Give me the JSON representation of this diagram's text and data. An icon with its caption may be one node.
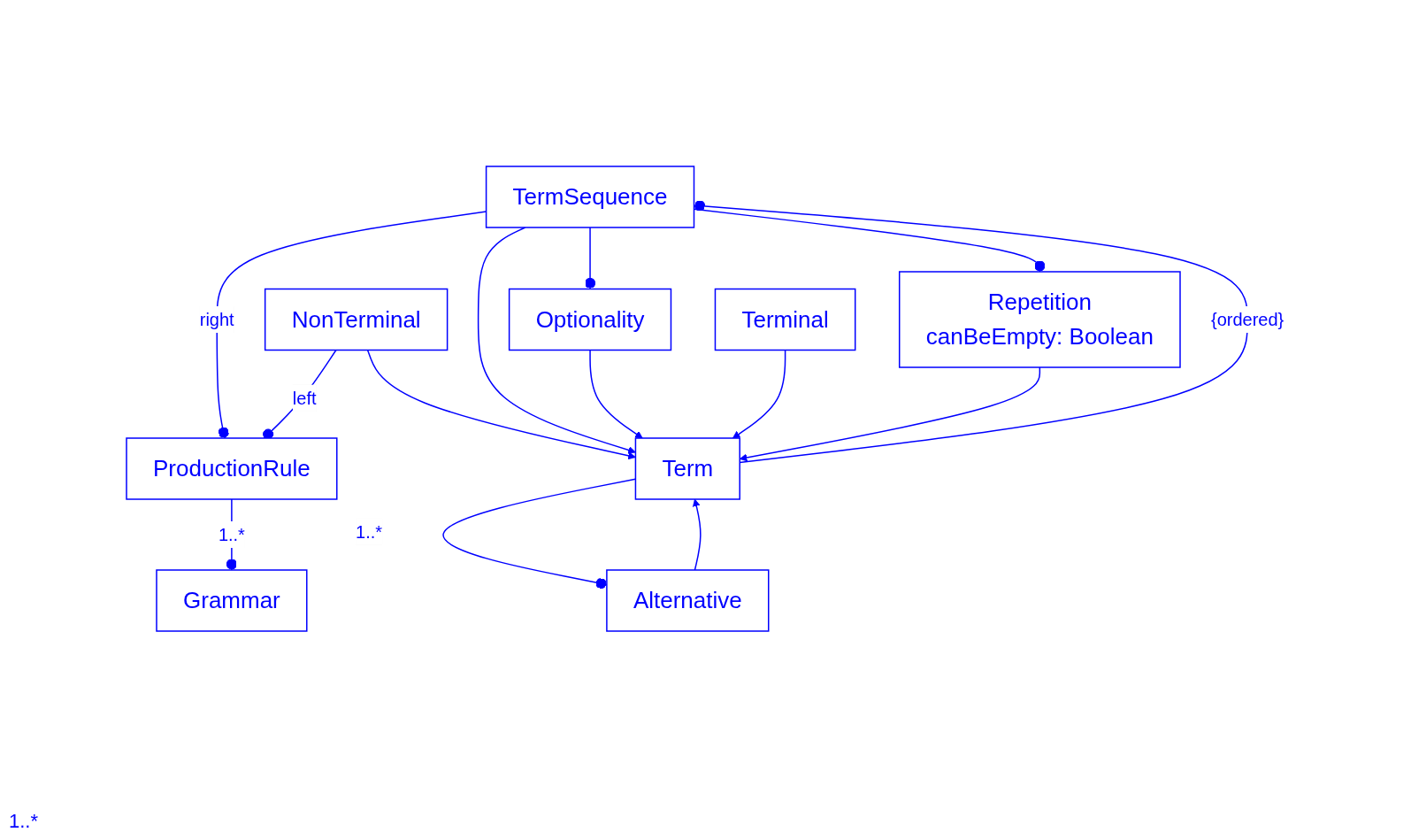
{
  "diagram": {
    "nodes": [
      {
        "text": [
          "Grammar"
        ]
      },
      {
        "text": [
          "ProductionRule"
        ]
      },
      {
        "text": [
          "TermSequence"
        ]
      },
      {
        "text": [
          "NonTerminal"
        ]
      },
      {
        "text": [
          "Term"
        ]
      },
      {
        "text": [
          "Optionality"
        ]
      },
      {
        "text": [
          "Terminal"
        ]
      },
      {
        "text": [
          "Alternative"
        ]
      },
      {
        "text": [
          "Repetition",
          "canBeEmpty: Boolean"
        ]
      }
    ],
    "edges": [
      {
        "from": 1,
        "to": 0,
        "arrow": "other",
        "label": "1..*"
      },
      {
        "from": 2,
        "to": 1,
        "arrow": "other",
        "label": "right"
      },
      {
        "from": 3,
        "to": 1,
        "arrow": "other",
        "label": "left"
      },
      {
        "from": 4,
        "to": 2,
        "arrow": "other",
        "label": "{ordered}"
      },
      {
        "from": 3,
        "to": 4,
        "arrow": "to"
      },
      {
        "from": 2,
        "to": 4,
        "arrow": "to"
      },
      {
        "from": 2,
        "to": 5,
        "arrow": "other"
      },
      {
        "from": 5,
        "to": 4,
        "arrow": "to"
      },
      {
        "from": 6,
        "to": 4,
        "arrow": "to"
      },
      {
        "from": 7,
        "to": 4,
        "arrow": "to"
      },
      {
        "from": 4,
        "to": 7,
        "arrow": "other",
        "label": "1..*"
      },
      {
        "from": 2,
        "to": 8,
        "arrow": "other"
      },
      {
        "from": 8,
        "to": 4,
        "arrow": "to"
      }
    ],
    "labels": [
      "1..*"
    ]
  }
}
